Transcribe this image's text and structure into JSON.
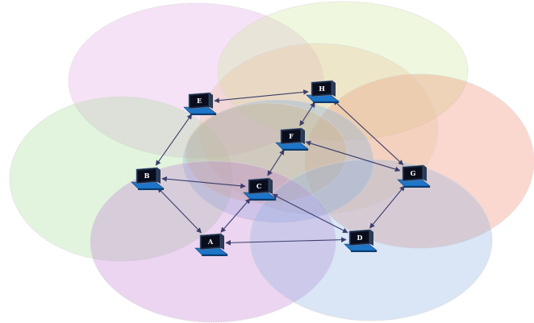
{
  "colors": {
    "range_pink": "#e5a8e8",
    "range_green": "#a7dd9a",
    "range_yellowgreen": "#cfe99a",
    "range_salmon": "#f08a6c",
    "range_blue": "#8fb0e2",
    "range_violet": "#c27fd0",
    "range_steelblue": "#7eb1e0",
    "range_tan": "#d2b17c",
    "range_peach": "#e9c39a",
    "link": "#3b3d6b",
    "laptop_screen": "#0a0d1c",
    "laptop_base": "#1e76c9"
  },
  "nodes": [
    {
      "id": "E",
      "label": "E"
    },
    {
      "id": "H",
      "label": "H"
    },
    {
      "id": "F",
      "label": "F"
    },
    {
      "id": "B",
      "label": "B"
    },
    {
      "id": "C",
      "label": "C"
    },
    {
      "id": "G",
      "label": "G"
    },
    {
      "id": "A",
      "label": "A"
    },
    {
      "id": "D",
      "label": "D"
    }
  ],
  "links": [
    [
      "E",
      "H"
    ],
    [
      "E",
      "B"
    ],
    [
      "H",
      "F"
    ],
    [
      "H",
      "G"
    ],
    [
      "F",
      "C"
    ],
    [
      "F",
      "G"
    ],
    [
      "B",
      "C"
    ],
    [
      "B",
      "A"
    ],
    [
      "C",
      "A"
    ],
    [
      "C",
      "D"
    ],
    [
      "A",
      "D"
    ],
    [
      "G",
      "D"
    ]
  ]
}
